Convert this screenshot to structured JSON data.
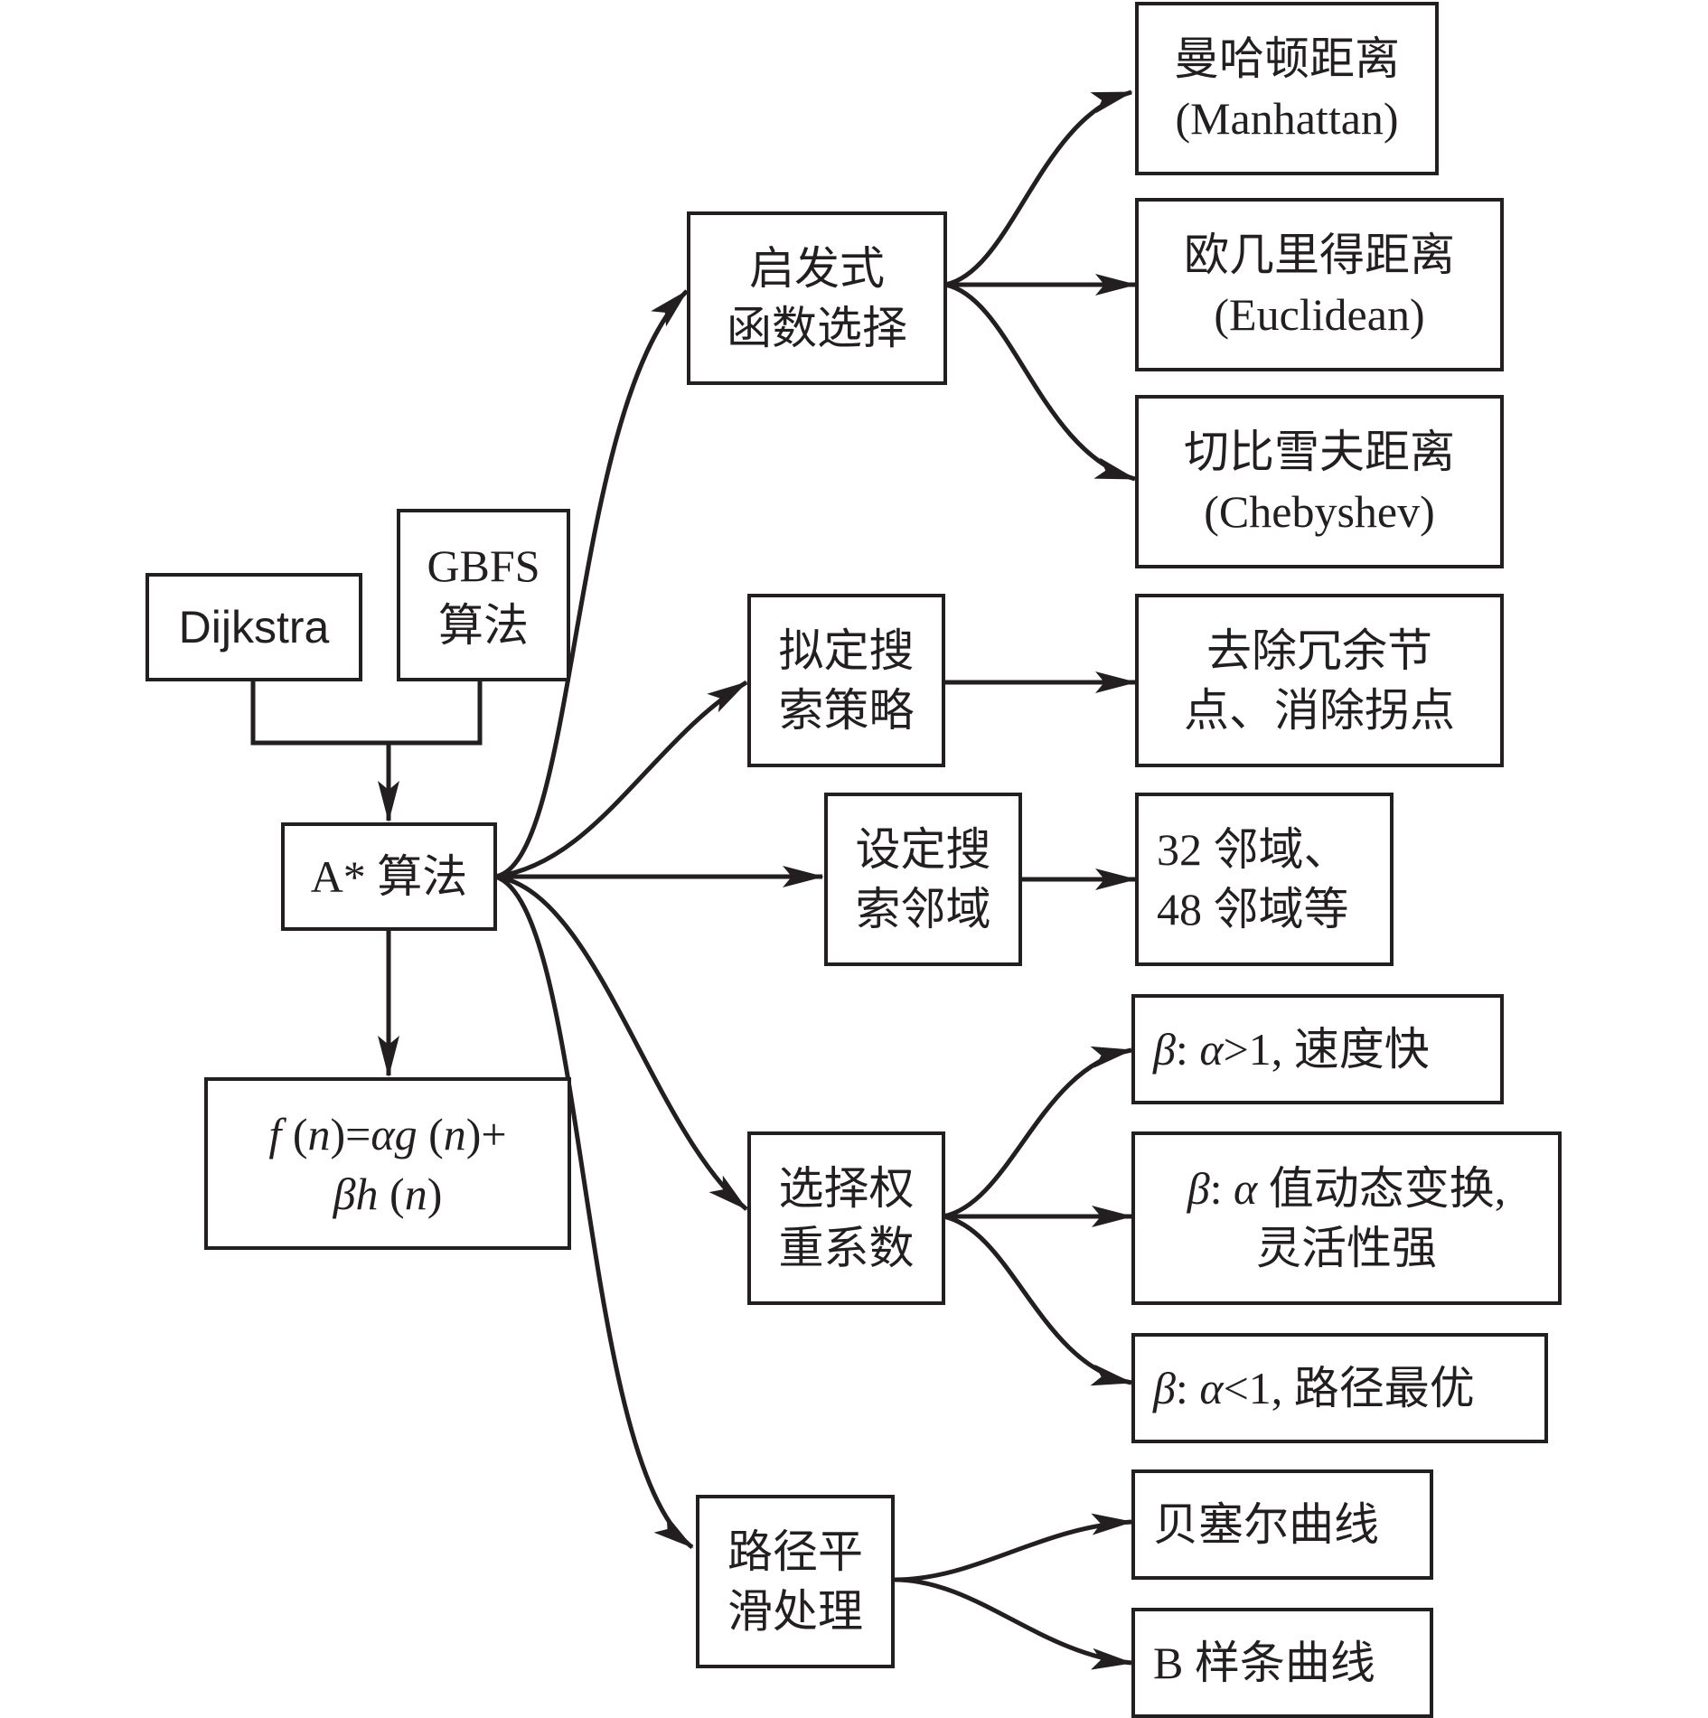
{
  "nodes": {
    "dijkstra": "Dijkstra",
    "gbfs": [
      "GBFS",
      "算法"
    ],
    "astar": "A* 算法",
    "formula": {
      "line1": {
        "f": "f",
        "p1": " (",
        "n1": "n",
        "p2": ")=",
        "a": "α",
        "g": "g",
        "p3": " (",
        "n2": "n",
        "p4": ")+"
      },
      "line2": {
        "b": "β",
        "h": "h",
        "p1": " (",
        "n": "n",
        "p2": ")"
      }
    },
    "heuristic": [
      "启发式",
      "函数选择"
    ],
    "manhattan": [
      "曼哈顿距离",
      "(Manhattan)"
    ],
    "euclidean": [
      "欧几里得距离",
      "(Euclidean)"
    ],
    "chebyshev": [
      "切比雪夫距离",
      "(Chebyshev)"
    ],
    "strategy": [
      "拟定搜",
      "索策略"
    ],
    "redundant": [
      "去除冗余节",
      "点、消除拐点"
    ],
    "neighborhood": [
      "设定搜",
      "索邻域"
    ],
    "neighbor_sizes": [
      "32 邻域、",
      "48 邻域等"
    ],
    "weights": [
      "选择权",
      "重系数"
    ],
    "w_fast": {
      "b": "β",
      "colon": ": ",
      "a": "α",
      "rest": ">1, 速度快"
    },
    "w_dynamic": {
      "b": "β",
      "colon": ": ",
      "a": "α",
      "rest": " 值动态变换,",
      "line2": "灵活性强"
    },
    "w_optimal": {
      "b": "β",
      "colon": ": ",
      "a": "α",
      "rest": "<1, 路径最优"
    },
    "smoothing": [
      "路径平",
      "滑处理"
    ],
    "bezier": "贝塞尔曲线",
    "bspline": "B 样条曲线"
  }
}
